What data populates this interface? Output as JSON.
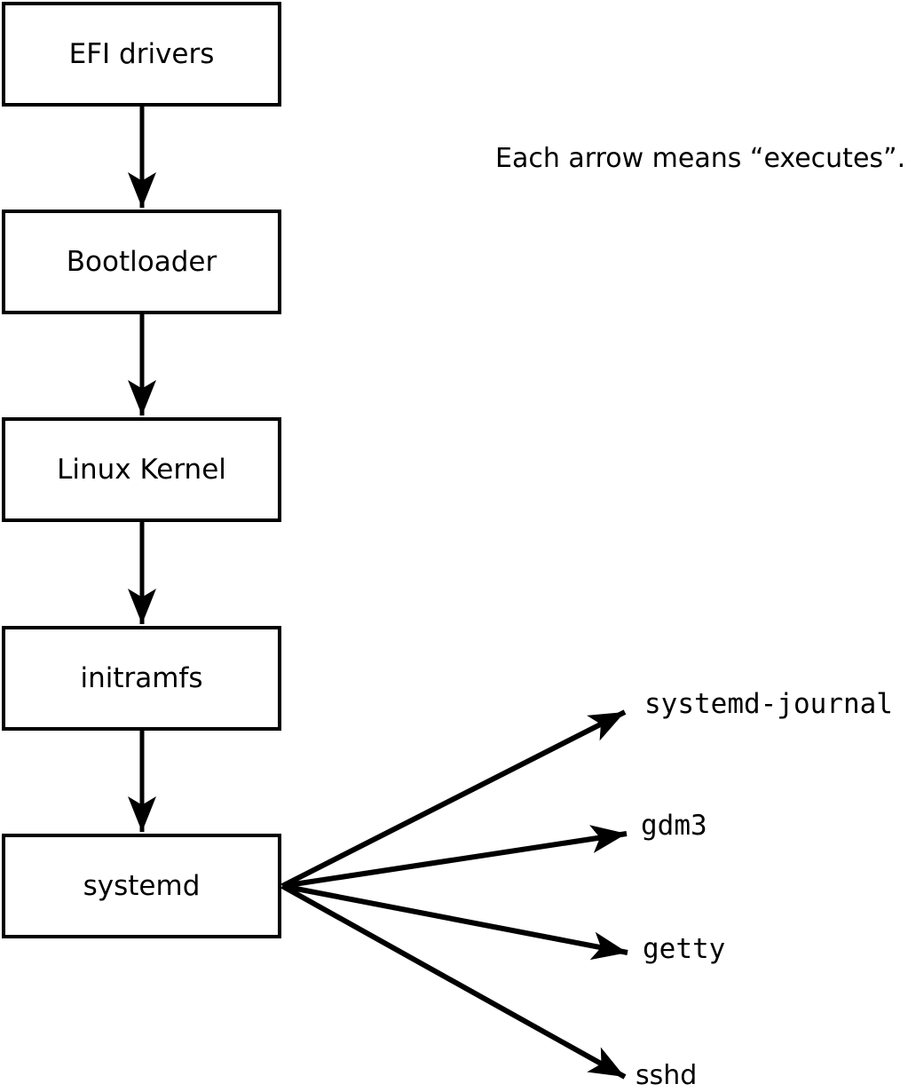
{
  "diagram": {
    "note": "Each arrow means “executes”.",
    "boot_chain": [
      {
        "label": "EFI drivers"
      },
      {
        "label": "Bootloader"
      },
      {
        "label": "Linux Kernel"
      },
      {
        "label": "initramfs"
      },
      {
        "label": "systemd"
      }
    ],
    "services": [
      {
        "label": "systemd-journal"
      },
      {
        "label": "gdm3"
      },
      {
        "label": "getty"
      },
      {
        "label": "sshd"
      }
    ],
    "colors": {
      "line": "#000000",
      "text": "#000000",
      "box_fill": "#ffffff",
      "background": "#ffffff"
    }
  }
}
